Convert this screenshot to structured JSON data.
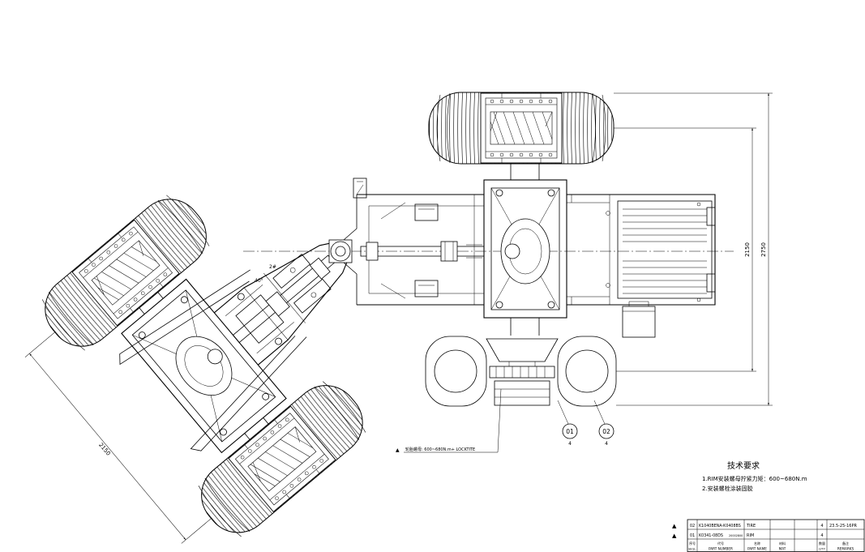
{
  "drawing": {
    "dimensions": {
      "rear_overall_width": "2750",
      "rear_track": "2150",
      "front_track": "2150"
    },
    "steering_marks": {
      "hinge_label": "2#",
      "angle_label": "40°"
    },
    "balloons": [
      {
        "id": "01",
        "qty": "4"
      },
      {
        "id": "02",
        "qty": "4"
      }
    ],
    "torque_note": {
      "marker": "▲",
      "text": "轮胎螺母: 600~680N.m+ LOCKTITE"
    }
  },
  "technical_requirements": {
    "title": "技术要求",
    "items": [
      "1.RIM安装螺母拧紧力矩：600~680N.m",
      "2.安装螺栓涂装固胶"
    ]
  },
  "parts_list": {
    "rows": [
      {
        "marker": "▲",
        "seq": "02",
        "part_number": "K1040BENA-K0408BS",
        "part_number_alt": "",
        "part_name": "TIRE",
        "mat": "",
        "qty": "4",
        "remarks": "23.5-25-16PR"
      },
      {
        "marker": "▲",
        "seq": "01",
        "part_number": "K0341-08DS",
        "part_number_alt": "20002800",
        "part_name": "RIM",
        "mat": "",
        "qty": "4",
        "remarks": ""
      }
    ],
    "headers": {
      "seq": [
        "序号",
        "SEQL."
      ],
      "part_number": [
        "代号",
        "PART NUMBER"
      ],
      "part_name": [
        "名称",
        "PART NAME"
      ],
      "mat": [
        "材料",
        "MAT"
      ],
      "qty": [
        "数量",
        "Q'TY"
      ],
      "remarks": [
        "备注",
        "REMARKS"
      ]
    }
  },
  "colors": {
    "line": "#000000",
    "background": "#ffffff"
  }
}
